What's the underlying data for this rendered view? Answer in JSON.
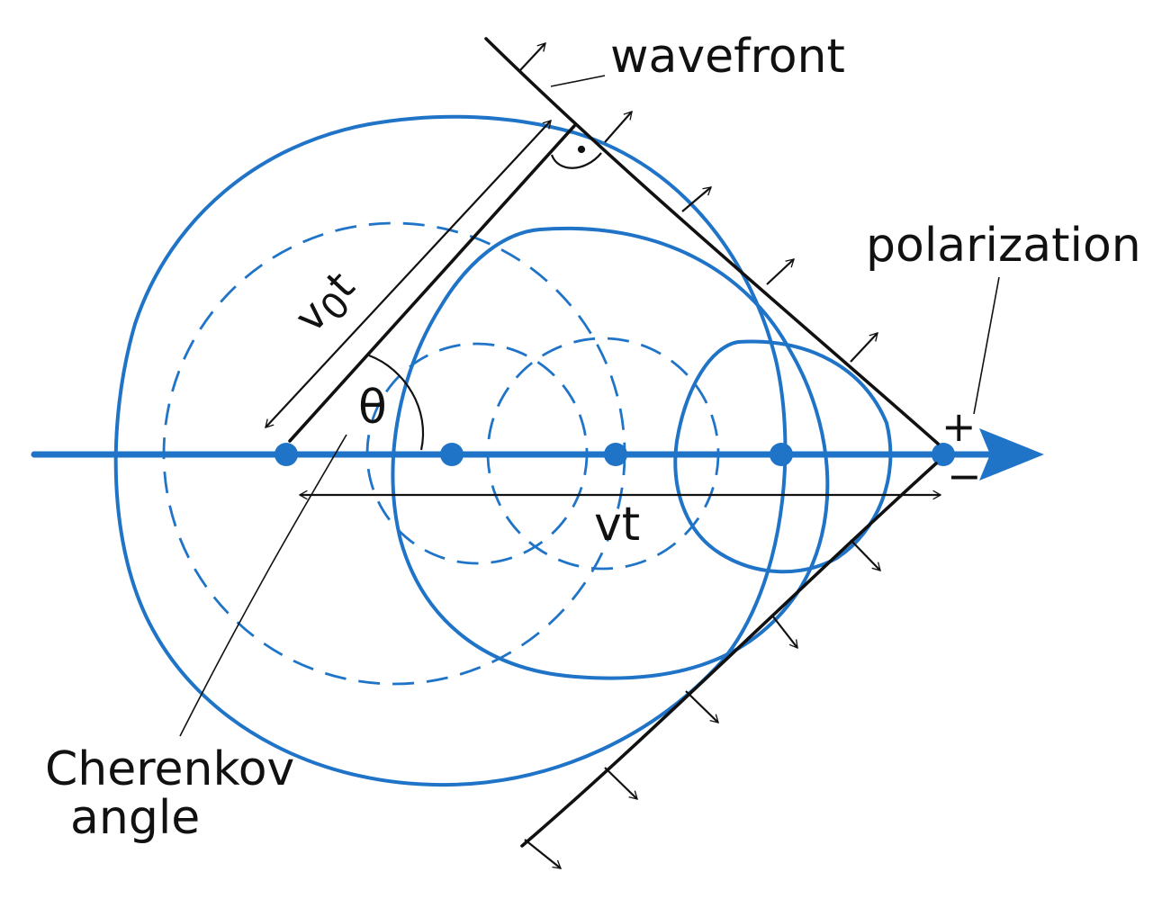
{
  "labels": {
    "wavefront": "wavefront",
    "polarization": "polarization",
    "plus": "+",
    "minus": "−",
    "theta": "θ",
    "v0t": "v",
    "v0t_sub": "0",
    "v0t_t": "t",
    "vt": "vt",
    "cherenkov_line1": "Cherenkov",
    "cherenkov_line2": "angle"
  },
  "colors": {
    "blue": "#1f74c8",
    "black": "#111111",
    "background": "#ffffff"
  },
  "source_points": 5,
  "icons": [
    "arrow-icon"
  ]
}
